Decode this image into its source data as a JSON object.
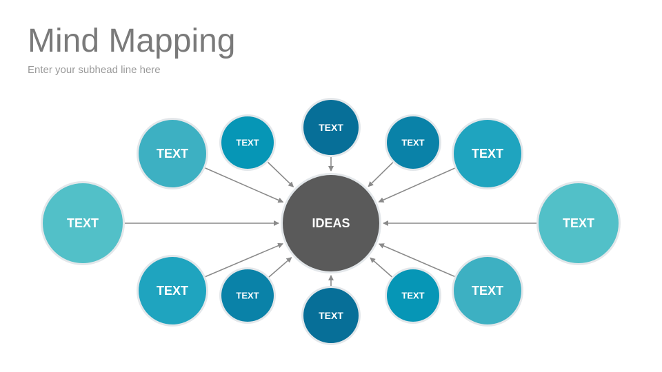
{
  "header": {
    "title": "Mind Mapping",
    "subtitle": "Enter your subhead line here"
  },
  "diagram": {
    "center": {
      "label": "IDEAS",
      "color": "#5a5a5a"
    },
    "nodes": [
      {
        "id": "top",
        "label": "TEXT",
        "color": "#076f98"
      },
      {
        "id": "upper-left-small",
        "label": "TEXT",
        "color": "#0696b6"
      },
      {
        "id": "upper-right-small",
        "label": "TEXT",
        "color": "#0a82a8"
      },
      {
        "id": "upper-left-large",
        "label": "TEXT",
        "color": "#3db0c2"
      },
      {
        "id": "upper-right-large",
        "label": "TEXT",
        "color": "#1fa4bf"
      },
      {
        "id": "left",
        "label": "TEXT",
        "color": "#52c0c8"
      },
      {
        "id": "right",
        "label": "TEXT",
        "color": "#52c0c8"
      },
      {
        "id": "lower-left-large",
        "label": "TEXT",
        "color": "#1fa4bf"
      },
      {
        "id": "lower-right-large",
        "label": "TEXT",
        "color": "#3db0c2"
      },
      {
        "id": "lower-left-small",
        "label": "TEXT",
        "color": "#0a82a8"
      },
      {
        "id": "lower-right-small",
        "label": "TEXT",
        "color": "#0696b6"
      },
      {
        "id": "bottom",
        "label": "TEXT",
        "color": "#076f98"
      }
    ],
    "ring_color": "#e3e7ea",
    "arrow_color": "#8a8a8a"
  }
}
